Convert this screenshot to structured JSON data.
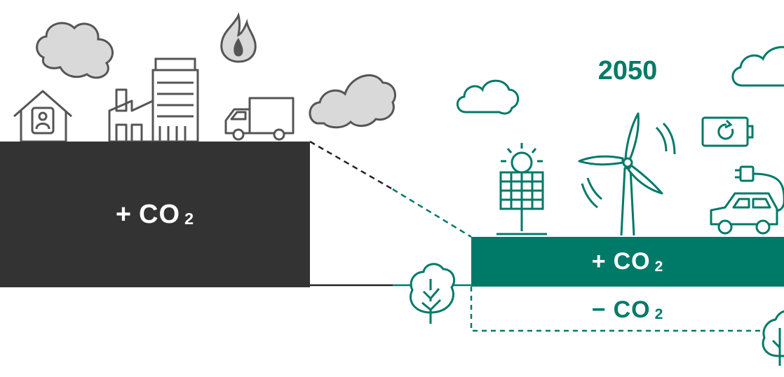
{
  "colors": {
    "dark": "#333333",
    "green": "#007a68",
    "cloud_fill": "#d9d9d9",
    "cloud_stroke": "#555555",
    "line_dark": "#222222",
    "icon_stroke": "#555555"
  },
  "emissions_now": {
    "sign": "+",
    "label": "CO",
    "sub": "2"
  },
  "year_label": "2050",
  "emissions_2050": {
    "sign": "+",
    "label": "CO",
    "sub": "2"
  },
  "removals_2050": {
    "sign": "−",
    "label": "CO",
    "sub": "2"
  },
  "icons_left": [
    "cloud-icon",
    "flame-icon",
    "house-icon",
    "factory-icon",
    "office-building-icon",
    "truck-icon"
  ],
  "icons_right": [
    "cloud-icon",
    "solar-panel-icon",
    "sun-icon",
    "wind-turbine-icon",
    "battery-charging-icon",
    "plug-icon",
    "electric-car-icon",
    "tree-icon"
  ]
}
